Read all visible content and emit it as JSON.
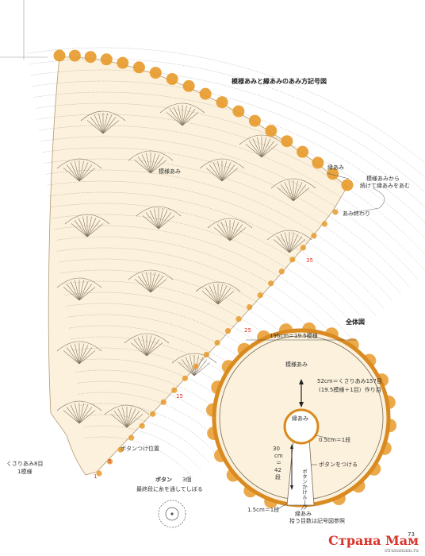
{
  "main_title": "模様あみと縁あみのあみ方記号図",
  "fan_labels": {
    "pattern": "模様あみ",
    "edging": "縁あみ",
    "continue_note_1": "模様あみから",
    "continue_note_2": "続けて縁あみをあむ",
    "edging_end": "あみ終わり",
    "button_position": "ボタンつけ位置",
    "chain_1": "くさりあみ8目",
    "chain_2": "1模様"
  },
  "row_numbers": [
    "35",
    "25",
    "15",
    "5",
    "1"
  ],
  "button_info": {
    "title": "ボタン",
    "count": "3個",
    "note": "最終段に糸を通してしぼる"
  },
  "overall": {
    "title": "全体図",
    "top_width": "196cm＝19.5模様",
    "pattern": "模様あみ",
    "chain_1": "52cm＝くさりあみ157目",
    "chain_2": "(19.5模様＋1目）作り目",
    "edging": "縁あみ",
    "edge_width": "0.5cm＝1段",
    "height_1": "30",
    "height_2": "cm",
    "height_3": "＝",
    "height_4": "42",
    "height_5": "段",
    "attach_button": "ボタンをつける",
    "button_loop": "ボタンかけループ",
    "bottom_width": "1.5cm＝1段",
    "bottom_edging": "縁あみ",
    "bottom_note": "拾う目数は記号図参照"
  },
  "page_number": "73",
  "watermark": "Страна Мам",
  "watermark_url": "stranamam.ru",
  "colors": {
    "fan_fill": "#fbf1dc",
    "edge_orange": "#e89a2a",
    "line": "#7a6a55",
    "accent_red": "#d9342b"
  }
}
